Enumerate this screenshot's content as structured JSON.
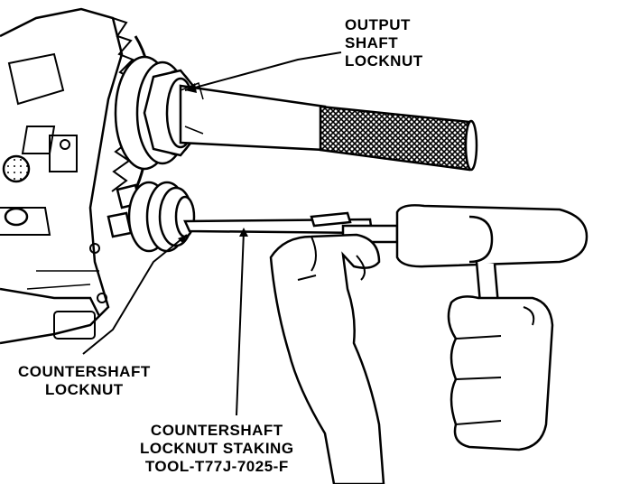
{
  "labels": {
    "output_shaft_locknut": [
      "OUTPUT",
      "SHAFT",
      "LOCKNUT"
    ],
    "countershaft_locknut": [
      "COUNTERSHAFT",
      "LOCKNUT"
    ],
    "staking_tool": [
      "COUNTERSHAFT",
      "LOCKNUT STAKING",
      "TOOL-T77J-7025-F"
    ]
  },
  "colors": {
    "ink": "#000000",
    "paper": "#ffffff"
  }
}
